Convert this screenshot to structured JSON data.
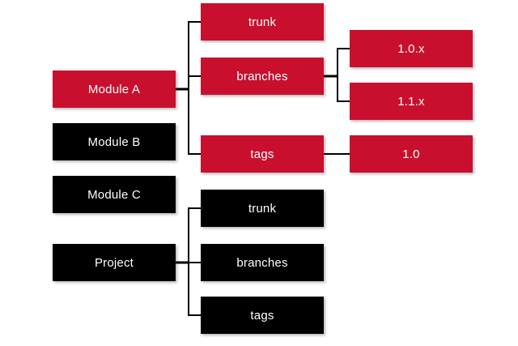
{
  "diagram": {
    "colors": {
      "red_box": "#c8102e",
      "black_box": "#000000",
      "line": "#000000",
      "text": "#ffffff",
      "background": "#ffffff"
    },
    "nodes": {
      "module_a": {
        "label": "Module A",
        "color": "red"
      },
      "module_b": {
        "label": "Module B",
        "color": "black"
      },
      "module_c": {
        "label": "Module C",
        "color": "black"
      },
      "project": {
        "label": "Project",
        "color": "black"
      },
      "trunk_red": {
        "label": "trunk",
        "color": "red"
      },
      "branches_red": {
        "label": "branches",
        "color": "red"
      },
      "tags_red": {
        "label": "tags",
        "color": "red"
      },
      "v10x": {
        "label": "1.0.x",
        "color": "red"
      },
      "v11x": {
        "label": "1.1.x",
        "color": "red"
      },
      "v10": {
        "label": "1.0",
        "color": "red"
      },
      "trunk_black": {
        "label": "trunk",
        "color": "black"
      },
      "branches_black": {
        "label": "branches",
        "color": "black"
      },
      "tags_black": {
        "label": "tags",
        "color": "black"
      }
    },
    "edges": [
      {
        "from": "Module A",
        "to": "trunk"
      },
      {
        "from": "Module A",
        "to": "branches"
      },
      {
        "from": "Module A",
        "to": "tags"
      },
      {
        "from": "branches",
        "to": "1.0.x"
      },
      {
        "from": "branches",
        "to": "1.1.x"
      },
      {
        "from": "tags",
        "to": "1.0"
      },
      {
        "from": "Project",
        "to": "trunk"
      },
      {
        "from": "Project",
        "to": "branches"
      },
      {
        "from": "Project",
        "to": "tags"
      }
    ]
  }
}
